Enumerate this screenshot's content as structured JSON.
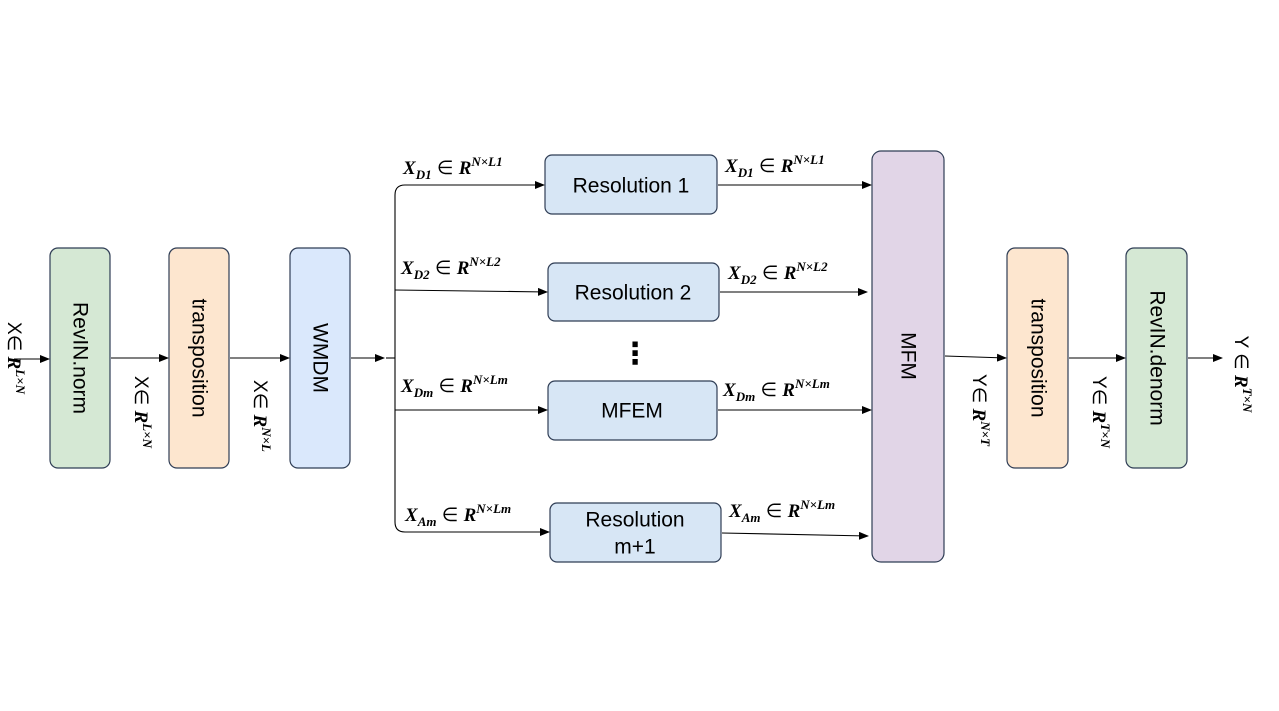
{
  "colors": {
    "green": "#d5e8d4",
    "orange": "#fde6cf",
    "blue": "#dae8fc",
    "resolution_blue": "#d7e6f5",
    "purple": "#e1d5e7",
    "border": "#2f3d55"
  },
  "boxes": {
    "revin_norm": "RevIN.norm",
    "transposition_in": "transposition",
    "wmdm": "WMDM",
    "resolution_1": "Resolution 1",
    "resolution_2": "Resolution 2",
    "ellipsis": "⋮",
    "mfem": "MFEM",
    "resolution_m1_line1": "Resolution",
    "resolution_m1_line2": "m+1",
    "mfm": "MFM",
    "transposition_out": "transposition",
    "revin_denorm": "RevIN.denorm"
  },
  "labels": {
    "input": {
      "symbol": "X∈ ",
      "base": "R",
      "sup": "L×N"
    },
    "after_norm": {
      "symbol": "X∈ ",
      "base": "R",
      "sup": "L×N"
    },
    "after_transpose": {
      "symbol": "X∈ ",
      "base": "R",
      "sup": "N×L"
    },
    "after_mfm": {
      "symbol": "Y∈ ",
      "base": "R",
      "sup": "N×T"
    },
    "after_transpose_out": {
      "symbol": "Y∈ ",
      "base": "R",
      "sup": "T×N"
    },
    "output": {
      "symbol": "Y ∈ ",
      "base": "R",
      "sup": "T×N"
    },
    "xd1": {
      "var": "X",
      "sub": "D1",
      "rel": " ∈ ",
      "base": "R",
      "sup": "N×L1"
    },
    "xd2": {
      "var": "X",
      "sub": "D2",
      "rel": " ∈ ",
      "base": "R",
      "sup": "N×L2"
    },
    "xdm": {
      "var": "X",
      "sub": "Dm",
      "rel": " ∈ ",
      "base": "R",
      "sup": "N×Lm"
    },
    "xam": {
      "var": "X",
      "sub": "Am",
      "rel": " ∈ ",
      "base": "R",
      "sup": "N×Lm"
    }
  }
}
